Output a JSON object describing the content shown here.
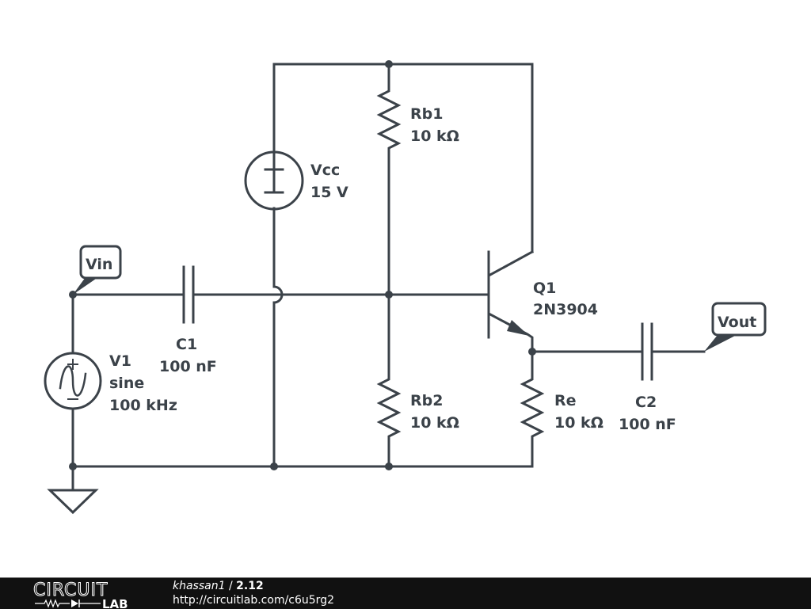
{
  "components": {
    "vcc": {
      "name": "Vcc",
      "value": "15 V"
    },
    "rb1": {
      "name": "Rb1",
      "value": "10 kΩ"
    },
    "rb2": {
      "name": "Rb2",
      "value": "10 kΩ"
    },
    "re": {
      "name": "Re",
      "value": "10 kΩ"
    },
    "q1": {
      "name": "Q1",
      "value": "2N3904"
    },
    "c1": {
      "name": "C1",
      "value": "100 nF"
    },
    "c2": {
      "name": "C2",
      "value": "100 nF"
    },
    "v1": {
      "name": "V1",
      "type": "sine",
      "value": "100 kHz"
    }
  },
  "nets": {
    "vin_label": "Vin",
    "vout_label": "Vout"
  },
  "footer": {
    "logo_top": "CIRCUIT",
    "logo_bottom": "LAB",
    "user": "khassan1",
    "separator": " / ",
    "version": "2.12",
    "url": "http://circuitlab.com/c6u5rg2"
  },
  "colors": {
    "wire": "#3b4249",
    "footer_bg": "#111111",
    "footer_text": "#ffffff"
  }
}
